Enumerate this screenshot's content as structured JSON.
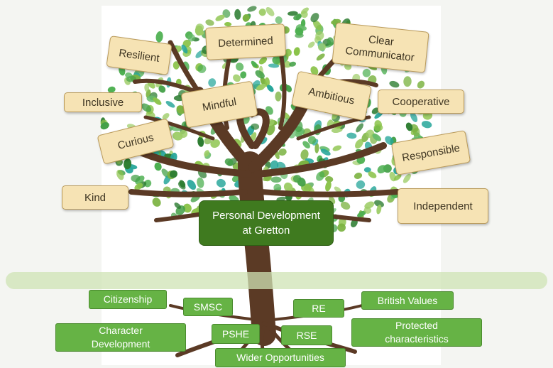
{
  "colors": {
    "card_bg": "#f6e3b4",
    "card_border": "#b99a5a",
    "root_bg": "#66b345",
    "center_bg": "#3f7a1f",
    "trunk": "#5b3a25",
    "leaf_palette": [
      "#8bc34a",
      "#4caf50",
      "#2e7d32",
      "#9ccc65",
      "#43a047",
      "#66bb6a",
      "#7cb342",
      "#26a69a"
    ]
  },
  "center": {
    "title": "Personal Development at Gretton"
  },
  "values": {
    "resilient": "Resilient",
    "determined": "Determined",
    "clear_communicator": "Clear Communicator",
    "inclusive": "Inclusive",
    "mindful": "Mindful",
    "ambitious": "Ambitious",
    "cooperative": "Cooperative",
    "curious": "Curious",
    "responsible": "Responsible",
    "kind": "Kind",
    "independent": "Independent"
  },
  "roots": {
    "citizenship": "Citizenship",
    "smsc": "SMSC",
    "re": "RE",
    "british_values": "British Values",
    "character_development": "Character Development",
    "pshe": "PSHE",
    "rse": "RSE",
    "protected_characteristics": "Protected characteristics",
    "wider_opportunities": "Wider Opportunities"
  }
}
